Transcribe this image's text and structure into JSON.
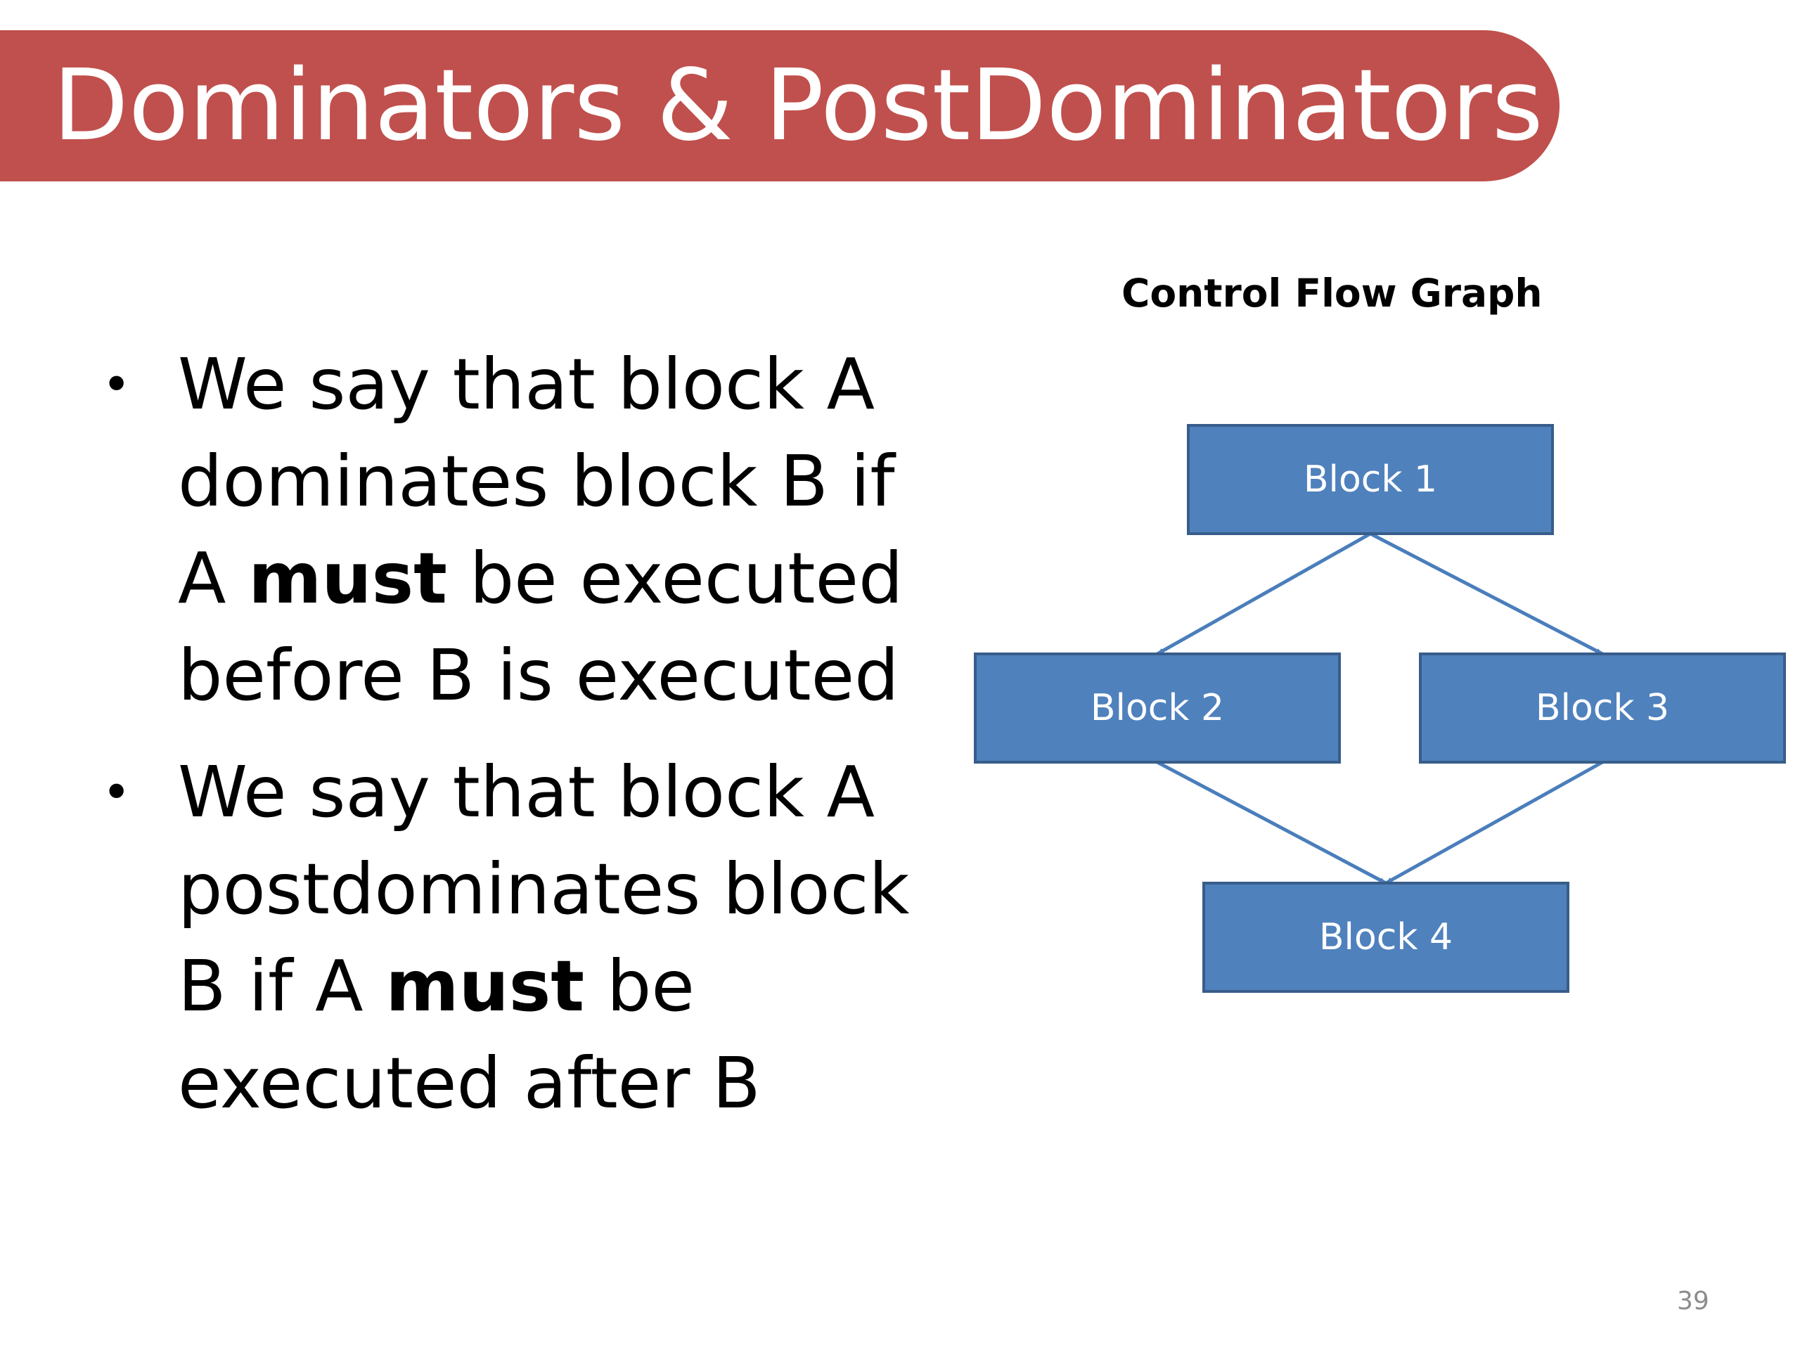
{
  "slide": {
    "title": "Dominators & PostDominators",
    "page_number": "39"
  },
  "bullets": [
    {
      "lines": [
        [
          "We say that block A"
        ],
        [
          "dominates block B if"
        ],
        [
          "A ",
          {
            "bold": "must"
          },
          " be executed"
        ],
        [
          "before B is executed"
        ]
      ]
    },
    {
      "lines": [
        [
          "We say that block A"
        ],
        [
          "postdominates block"
        ],
        [
          "B if A ",
          {
            "bold": "must"
          },
          " be"
        ],
        [
          "executed after B"
        ]
      ]
    }
  ],
  "diagram": {
    "title": "Control Flow Graph",
    "node_color": "#4f81bd",
    "node_border": "#385d8a",
    "edge_color": "#4a7ebb",
    "nodes": [
      {
        "id": "b1",
        "label": "Block 1"
      },
      {
        "id": "b2",
        "label": "Block 2"
      },
      {
        "id": "b3",
        "label": "Block 3"
      },
      {
        "id": "b4",
        "label": "Block 4"
      }
    ],
    "edges": [
      {
        "from": "b1",
        "to": "b2"
      },
      {
        "from": "b1",
        "to": "b3"
      },
      {
        "from": "b2",
        "to": "b4"
      },
      {
        "from": "b3",
        "to": "b4"
      }
    ]
  },
  "colors": {
    "title_banner": "#c0504d",
    "title_text": "#ffffff"
  }
}
